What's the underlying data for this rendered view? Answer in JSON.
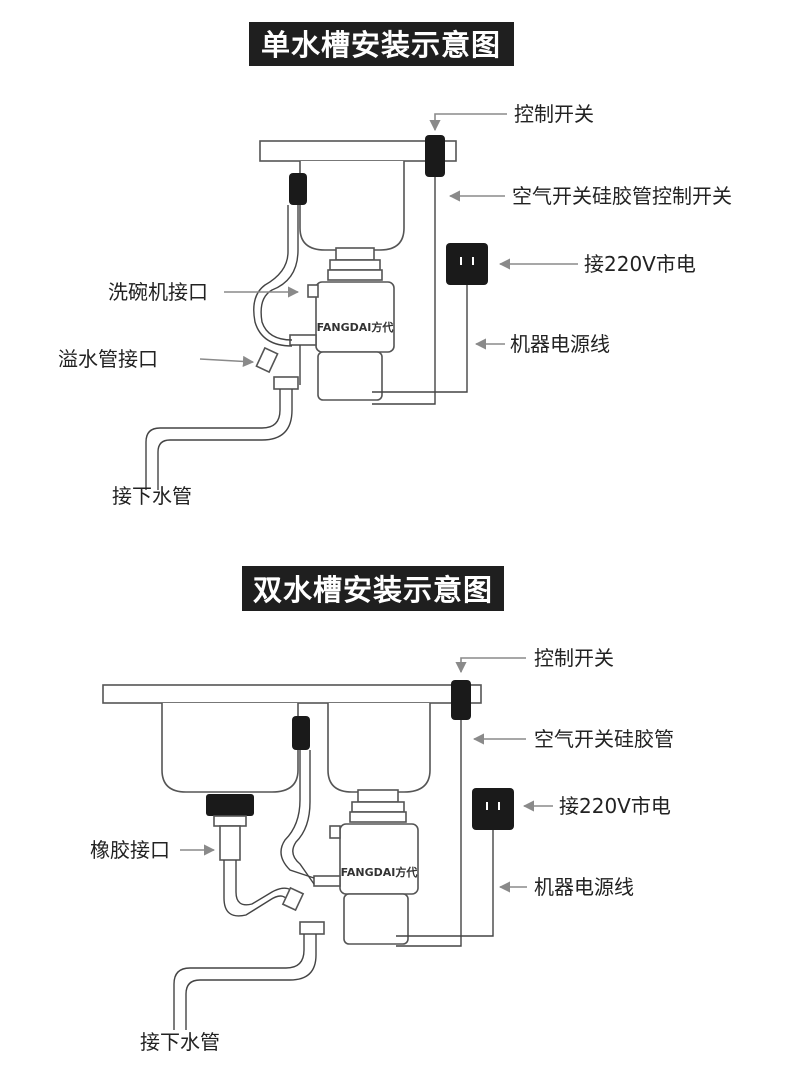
{
  "single": {
    "title": "单水槽安装示意图",
    "labels": {
      "switch": "控制开关",
      "air_tube": "空气开关硅胶管控制开关",
      "power": "接220V市电",
      "dishwasher": "洗碗机接口",
      "power_cord": "机器电源线",
      "overflow": "溢水管接口",
      "drain": "接下水管"
    }
  },
  "double": {
    "title": "双水槽安装示意图",
    "labels": {
      "switch": "控制开关",
      "air_tube": "空气开关硅胶管",
      "power": "接220V市电",
      "rubber": "橡胶接口",
      "power_cord": "机器电源线",
      "drain": "接下水管"
    }
  },
  "brand": "FANGDAI方代"
}
